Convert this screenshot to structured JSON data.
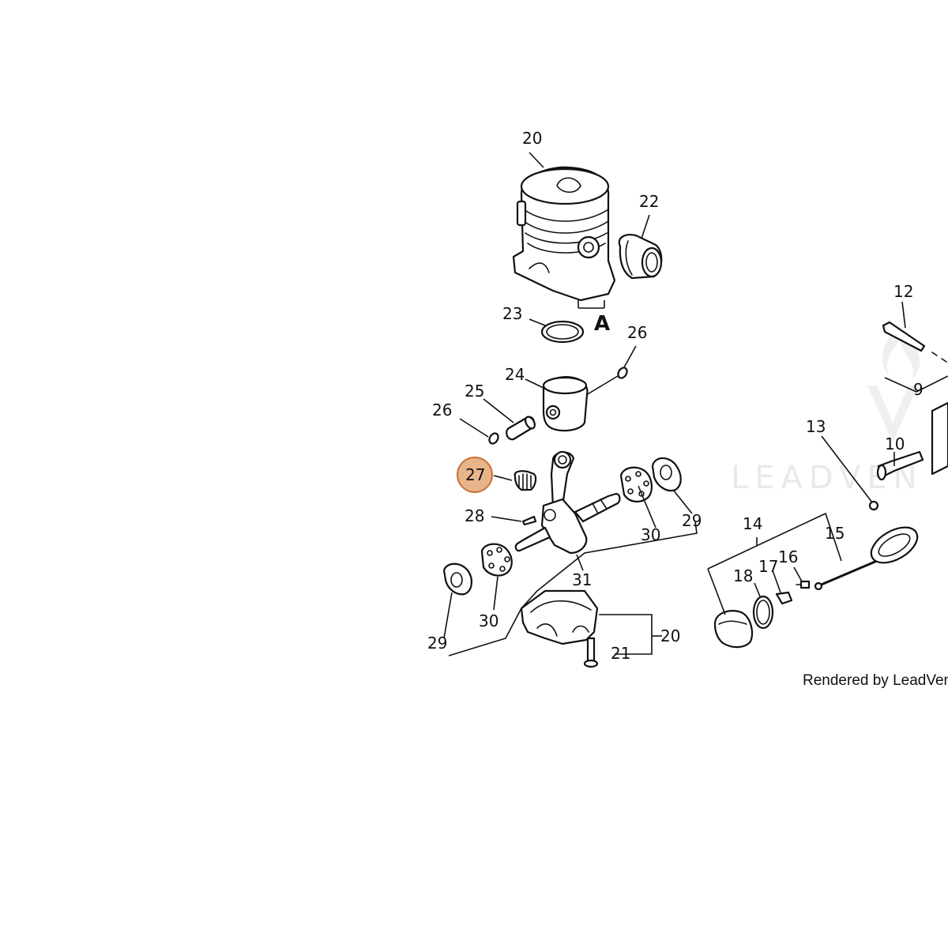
{
  "callouts": {
    "c20_top": "20",
    "c22": "22",
    "c23": "23",
    "cA": "A",
    "c26_right": "26",
    "c24": "24",
    "c25": "25",
    "c26_left": "26",
    "c27": "27",
    "c28": "28",
    "c29_right": "29",
    "c30_right": "30",
    "c31": "31",
    "c29_left": "29",
    "c30_left": "30",
    "c20_bottom": "20",
    "c21": "21",
    "c12": "12",
    "c9": "9",
    "c13": "13",
    "c10": "10",
    "c14": "14",
    "c15": "15",
    "c16": "16",
    "c17": "17",
    "c18": "18"
  },
  "highlight": {
    "label": "27",
    "fill": "#e8b48a",
    "stroke": "#c8733a"
  },
  "watermark": {
    "text": "LEADVEN"
  },
  "credit": {
    "text": "Rendered by LeadVentu"
  }
}
